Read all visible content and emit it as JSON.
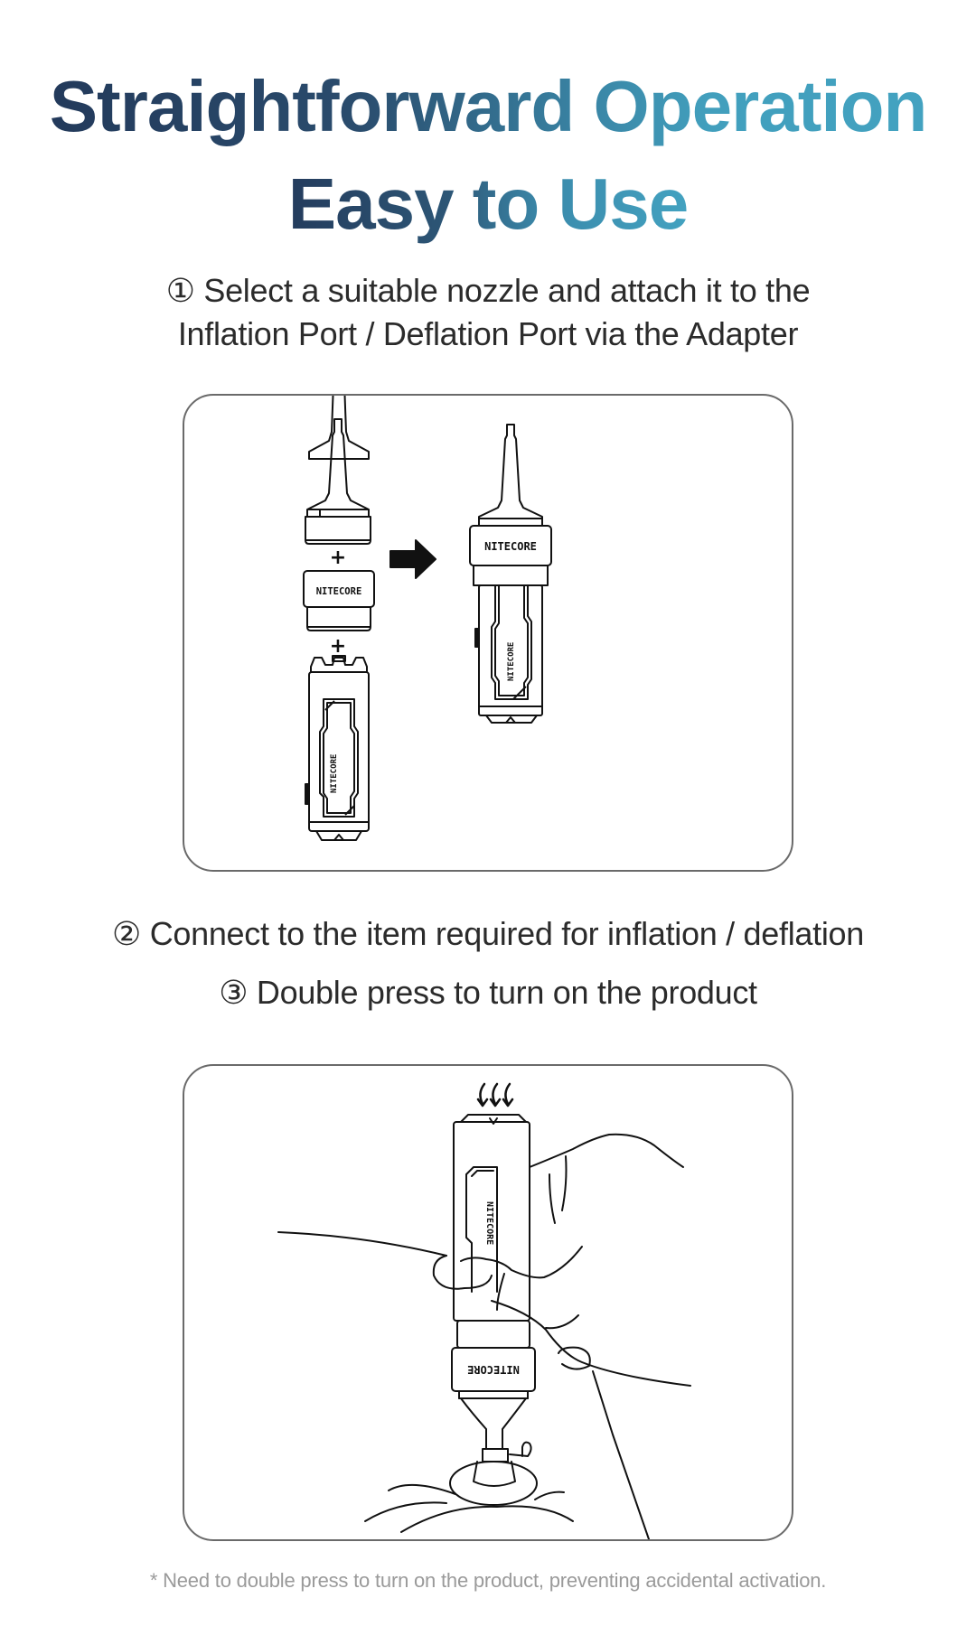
{
  "header": {
    "title_line1": "Straightforward Operation",
    "title_line2": "Easy to Use",
    "gradient_colors": [
      "#233a5b",
      "#43a2c0"
    ]
  },
  "steps": [
    {
      "number": "①",
      "lines": [
        "① Select a suitable nozzle and attach it to the",
        "Inflation Port / Deflation Port via the Adapter"
      ]
    },
    {
      "number": "②",
      "text": "② Connect to the item required for inflation / deflation"
    },
    {
      "number": "③",
      "text": "③ Double press to turn on the product"
    }
  ],
  "illustrations": {
    "assembly": {
      "parts": [
        "nozzle",
        "plus",
        "adapter",
        "plus",
        "pump-body"
      ],
      "plus_symbol": "+",
      "arrow": "arrow-right",
      "adapter_brand": "NITECORE",
      "body_brand": "NITECORE",
      "assembled_brand": "NITECORE"
    },
    "usage": {
      "press_arrows": 3,
      "adapter_brand": "NITECORE"
    }
  },
  "footnote": "* Need to double press to turn on the product, preventing accidental activation.",
  "colors": {
    "title_dark": "#233a5b",
    "title_teal": "#43a2c0",
    "body_text": "#2b2b2b",
    "footnote_text": "#9a9a9a",
    "card_border": "#6a6a6a"
  }
}
